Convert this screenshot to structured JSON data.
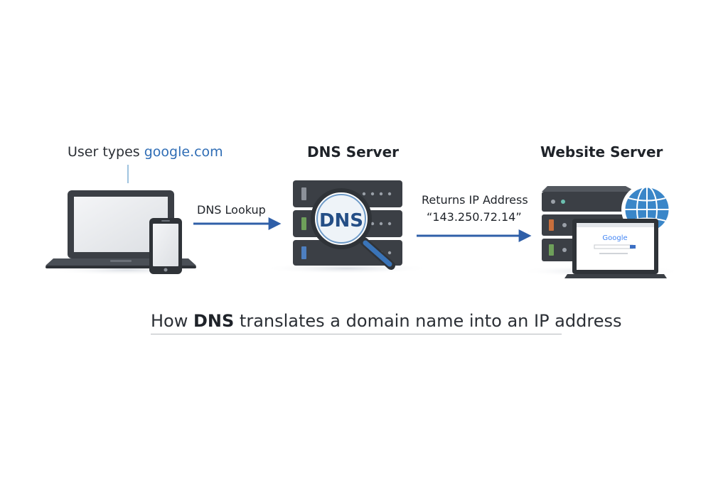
{
  "client": {
    "caption_prefix": "User types ",
    "caption_domain": "google.com"
  },
  "dns_server": {
    "title": "DNS Server",
    "badge": "DNS"
  },
  "website_server": {
    "title": "Website Server",
    "browser_logo": "Google"
  },
  "steps": {
    "lookup": "DNS Lookup",
    "returns": "Returns IP Address",
    "ip": "“143.250.72.14”"
  },
  "caption": {
    "before": "How ",
    "emphasis": "DNS",
    "after": " translates a domain name into an IP address"
  },
  "colors": {
    "accent": "#2f6db5",
    "arrow": "#2f5fa8",
    "dark_device": "#3b3f45",
    "globe": "#3a86c8"
  },
  "icons": [
    "laptop-icon",
    "phone-icon",
    "server-rack-icon",
    "magnifier-icon",
    "globe-icon",
    "browser-window-icon"
  ]
}
